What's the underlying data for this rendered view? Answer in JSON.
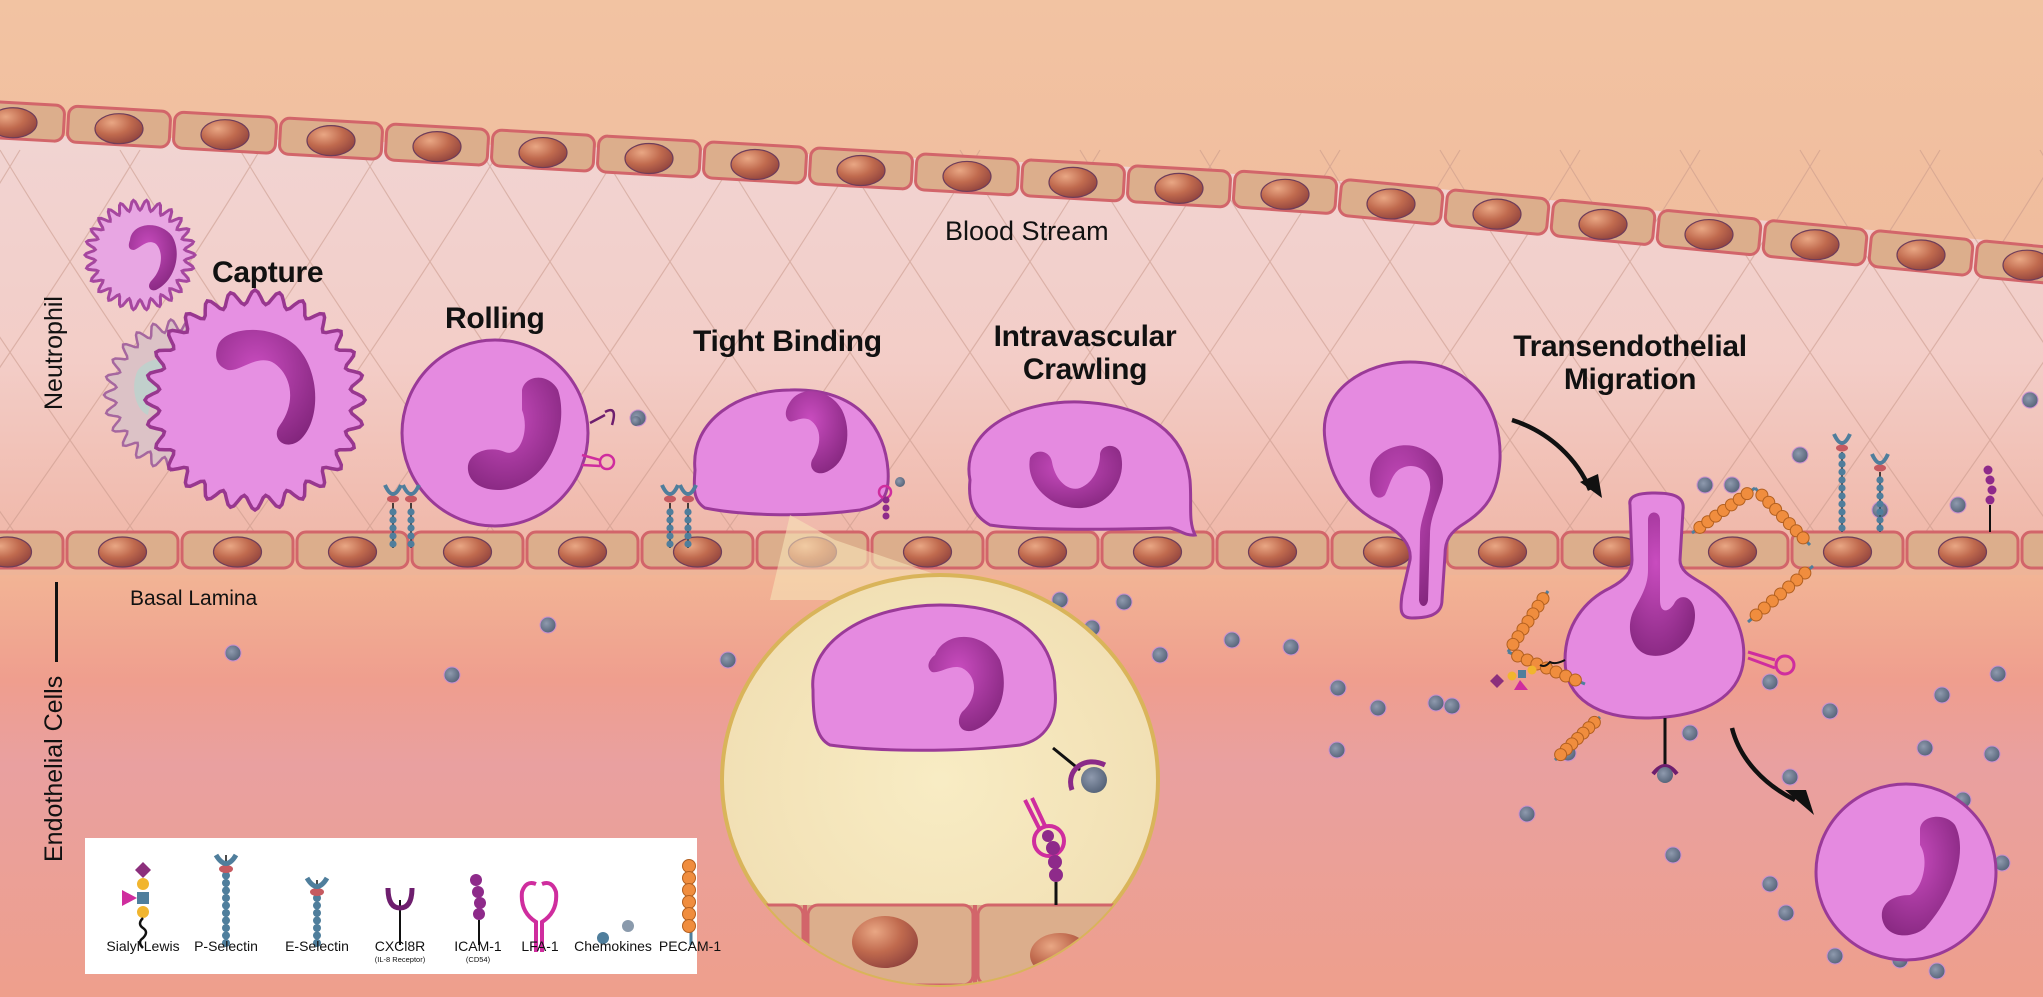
{
  "figure": {
    "title": "Neutrophil recruitment cascade",
    "regions": {
      "blood_stream": "Blood Stream",
      "basal_lamina": "Basal Lamina"
    },
    "side_labels": {
      "neutrophil": "Neutrophil",
      "endothelial_cells": "Endothelial Cells"
    },
    "stages": [
      {
        "id": "capture",
        "lines": [
          "Capture"
        ]
      },
      {
        "id": "rolling",
        "lines": [
          "Rolling"
        ]
      },
      {
        "id": "tight-binding",
        "lines": [
          "Tight Binding"
        ]
      },
      {
        "id": "intravascular-crawling",
        "lines": [
          "Intravascular",
          "Crawling"
        ]
      },
      {
        "id": "transendothelial-migration",
        "lines": [
          "Transendothelial",
          "Migration"
        ]
      }
    ]
  },
  "legend": {
    "items": [
      {
        "id": "sialyl-lewis",
        "label": "Sialyl Lewis",
        "sub": ""
      },
      {
        "id": "p-selectin",
        "label": "P-Selectin",
        "sub": ""
      },
      {
        "id": "e-selectin",
        "label": "E-Selectin",
        "sub": ""
      },
      {
        "id": "cxcl8r",
        "label": "CXCl8R",
        "sub": "(IL-8  Receptor)"
      },
      {
        "id": "icam-1",
        "label": "ICAM-1",
        "sub": "(CD54)"
      },
      {
        "id": "lfa-1",
        "label": "LFA-1",
        "sub": ""
      },
      {
        "id": "chemokines",
        "label": "Chemokines",
        "sub": ""
      },
      {
        "id": "pecam-1",
        "label": "PECAM-1",
        "sub": ""
      }
    ]
  },
  "colors": {
    "tissue_top": "#f0b898",
    "tissue_bottom": "#ee9f92",
    "lumen": "#f3cfcb",
    "endothelial_cell": "#dcae8c",
    "endothelial_border": "#d2656a",
    "nucleus": "#b85a48",
    "neutrophil_fill": "#e58ae0",
    "neutrophil_border": "#9a3a98",
    "neutrophil_nucleus": "#a3329e",
    "selectin_blue": "#4f7e9c",
    "selectin_head": "#c65a60",
    "sialyl_purple": "#8c2f7c",
    "sialyl_yellow": "#f1b52e",
    "lfa_magenta": "#cf2d9e",
    "icam_purple": "#8e2a8a",
    "cxcl8r_purple": "#6e1e6e",
    "pecam_orange": "#f08d3e",
    "chemokine_grey": "#5f7388",
    "zoom_circle": "#f5e6bd",
    "zoom_border": "#d9b45a"
  }
}
